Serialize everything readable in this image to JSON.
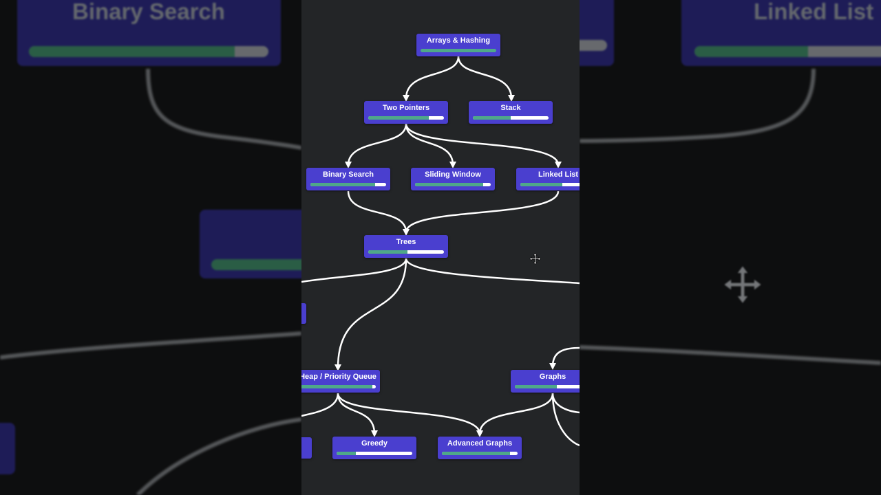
{
  "background_panels": {
    "left": {
      "title_label": "Binary Search",
      "title_progress": 0.86
    },
    "right": {
      "title_label": "Linked List",
      "title_progress": 0.55
    }
  },
  "roadmap": {
    "nodes": [
      {
        "id": "arrays",
        "label": "Arrays & Hashing",
        "progress": 1.0
      },
      {
        "id": "two-pointers",
        "label": "Two Pointers",
        "progress": 0.8
      },
      {
        "id": "stack",
        "label": "Stack",
        "progress": 0.5
      },
      {
        "id": "binary-search",
        "label": "Binary Search",
        "progress": 0.85
      },
      {
        "id": "sliding-window",
        "label": "Sliding Window",
        "progress": 0.9
      },
      {
        "id": "linked-list",
        "label": "Linked List",
        "progress": 0.55
      },
      {
        "id": "trees",
        "label": "Trees",
        "progress": 0.52
      },
      {
        "id": "heap",
        "label": "Heap / Priority Queue",
        "progress": 0.95
      },
      {
        "id": "graphs",
        "label": "Graphs",
        "progress": 0.55
      },
      {
        "id": "greedy",
        "label": "Greedy",
        "progress": 0.25
      },
      {
        "id": "advanced-graphs",
        "label": "Advanced Graphs",
        "progress": 0.9
      }
    ]
  },
  "colors": {
    "node": "#4a3fcf",
    "progress_fill": "#4fa889",
    "progress_track": "#ffffff",
    "edge": "#ffffff",
    "canvas": "#232527"
  },
  "icons": {
    "pan_cursor": "move-cursor-icon"
  }
}
